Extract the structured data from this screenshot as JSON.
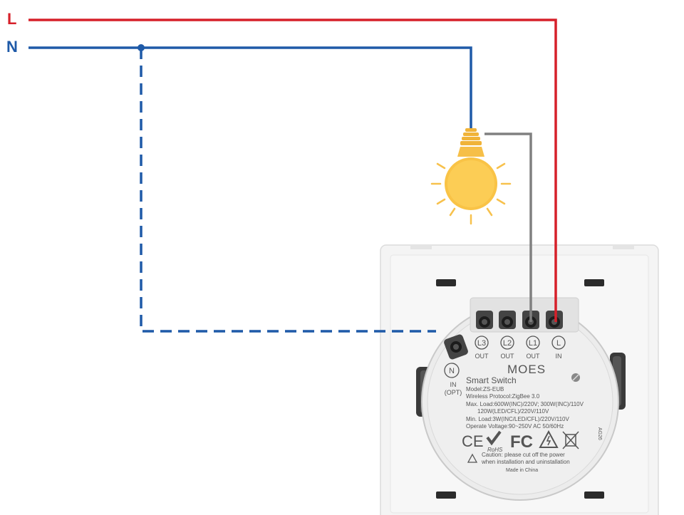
{
  "wires": {
    "live_label": "L",
    "neutral_label": "N",
    "live_color": "#d6202a",
    "neutral_color": "#1f5aa8",
    "load_color": "#808080"
  },
  "module": {
    "brand": "MOES",
    "product": "Smart Switch",
    "model": "Model:ZS-EUB",
    "protocol": "Wireless Protocol:ZigBee 3.0",
    "max_load_1": "Max. Load:600W(INC)/220V; 300W(INC)/110V",
    "max_load_2": "120W(LED/CFL)/220V/110V",
    "min_load": "Min. Load:3W(INC/LED/CFL)/220V/110V",
    "voltage": "Operate Voltage:90~250V AC 50/60Hz",
    "batch": "AG26",
    "caution_1": "Caution: please cut off the power",
    "caution_2": "when installation and uninstallation",
    "made_in": "Made in China",
    "cert_ce": "CE",
    "cert_rohs": "RoHS",
    "cert_fc": "FC"
  },
  "terminals": [
    {
      "id": "L3",
      "sub": "OUT"
    },
    {
      "id": "L2",
      "sub": "OUT"
    },
    {
      "id": "L1",
      "sub": "OUT"
    },
    {
      "id": "L",
      "sub": "IN"
    }
  ],
  "neutral_terminal": {
    "id": "N",
    "sub_1": "IN",
    "sub_2": "(OPT)"
  }
}
